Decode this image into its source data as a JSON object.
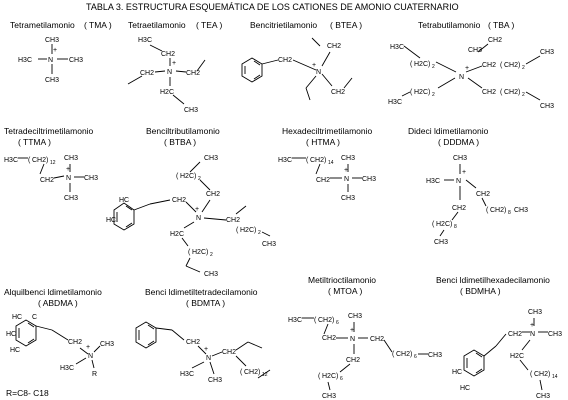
{
  "title": "TABLA 3. ESTRUCTURA ESQUEMÁTICA DE LOS CATIONES DE AMONIO CUATERNARIO",
  "compounds": [
    {
      "name": "Tetrametilamonio",
      "abbr": "( TMA )"
    },
    {
      "name": "Tetraetilamonio",
      "abbr": "( TEA )"
    },
    {
      "name": "Bencitrietilamonio",
      "abbr": "( BTEA )"
    },
    {
      "name": "Tetrabutilamonio",
      "abbr": "( TBA )"
    },
    {
      "name": "Tetradeciltrimetilamonio",
      "abbr": "( TTMA )"
    },
    {
      "name": "Benciltributilamonio",
      "abbr": "( BTBA )"
    },
    {
      "name": "Hexadeciltrimetilamonio",
      "abbr": "( HTMA )"
    },
    {
      "name": "Dideci ldimetilamonio",
      "abbr": "( DDDMA )"
    },
    {
      "name": "Alquilbenci ldimetilamonio",
      "abbr": "( ABDMA )"
    },
    {
      "name": "Benci ldimetiltetradecilamonio",
      "abbr": "( BDMTA )"
    },
    {
      "name": "Metiltrioctilamonio",
      "abbr": "( MTOA )"
    },
    {
      "name": "Benci ldimetilhexadecilamonio",
      "abbr": "( BDMHA )"
    }
  ],
  "footnote": "R=C8- C18",
  "atoms": {
    "N": "N",
    "plus": "+",
    "CH3": "CH3",
    "H3C": "H3C",
    "CH2": "CH2",
    "H2C": "H2C",
    "CH": "CH",
    "HC": "HC",
    "C": "C",
    "R": "R",
    "n12": "12",
    "n14": "14",
    "n8": "8",
    "n6": "6",
    "n2": "2"
  }
}
